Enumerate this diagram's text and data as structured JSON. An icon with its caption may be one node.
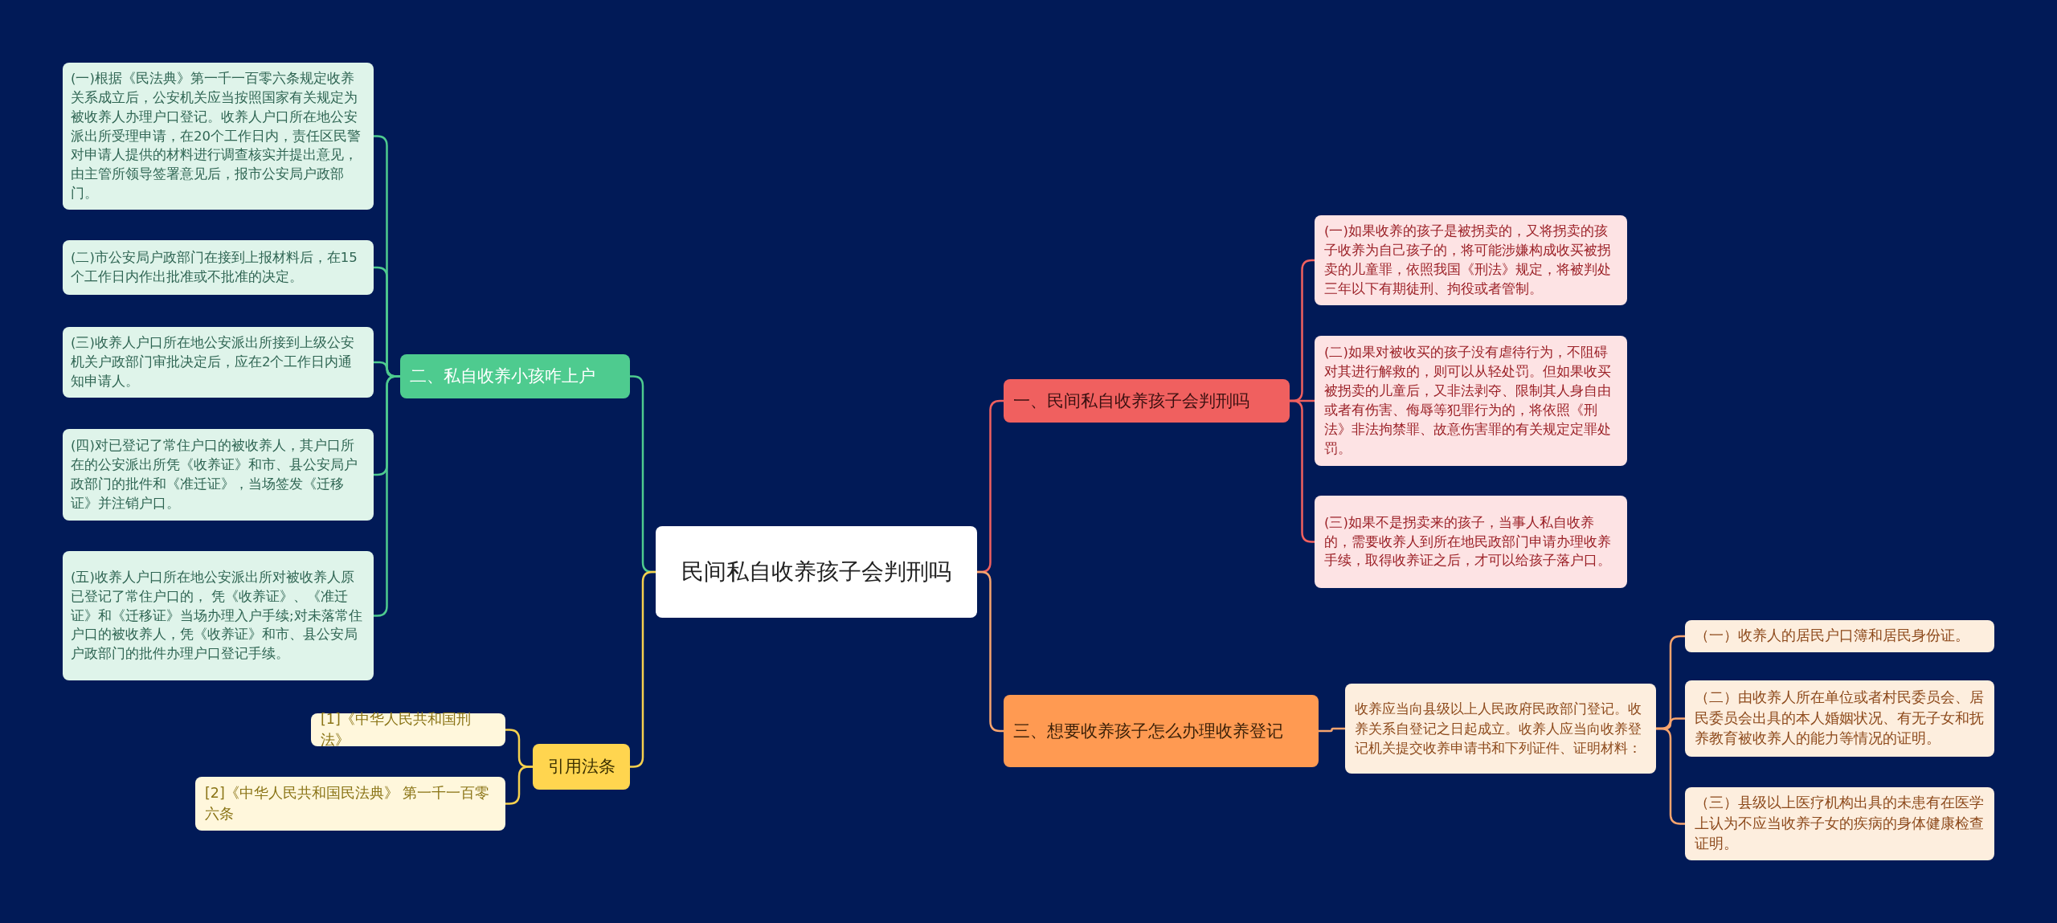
{
  "diagram": {
    "nodes": [
      {
        "text": [
          "民间私自收养孩子会判刑吗"
        ]
      },
      {
        "text": [
          "一、民间私自收养孩子会判刑吗"
        ]
      },
      {
        "text": [
          "(一)如果收养的孩子是被拐卖的，又将拐卖的孩子收养为自己孩子的，将可能涉嫌构成收买被拐卖的儿童罪，依照我国《刑法》规定，将被判处三年以下有期徒刑、拘役或者管制。"
        ]
      },
      {
        "text": [
          "(二)如果对被收买的孩子没有虐待行为，不阻碍对其进行解救的，则可以从轻处罚。但如果收买被拐卖的儿童后，又非法剥夺、限制其人身自由或者有伤害、侮辱等犯罪行为的，将依照《刑法》非法拘禁罪、故意伤害罪的有关规定定罪处罚。"
        ]
      },
      {
        "text": [
          "(三)如果不是拐卖来的孩子，当事人私自收养的，需要收养人到所在地民政部门申请办理收养手续，取得收养证之后，才可以给孩子落户口。"
        ]
      },
      {
        "text": [
          "三、想要收养孩子怎么办理收养登记"
        ]
      },
      {
        "text": [
          "收养应当向县级以上人民政府民政部门登记。收养关系自登记之日起成立。收养人应当向收养登记机关提交收养申请书和下列证件、证明材料："
        ]
      },
      {
        "text": [
          "（一）收养人的居民户口簿和居民身份证。"
        ]
      },
      {
        "text": [
          "（二）由收养人所在单位或者村民委员会、居民委员会出具的本人婚姻状况、有无子女和抚养教育被收养人的能力等情况的证明。"
        ]
      },
      {
        "text": [
          "（三）县级以上医疗机构出具的未患有在医学上认为不应当收养子女的疾病的身体健康检查证明。"
        ]
      },
      {
        "text": [
          "二、私自收养小孩咋上户"
        ]
      },
      {
        "text": [
          "(一)根据《民法典》第一千一百零六条规定收养关系成立后，公安机关应当按照国家有关规定为被收养人办理户口登记。收养人户口所在地公安派出所受理申请，在20个工作日内，责任区民警对申请人提供的材料进行调查核实并提出意见，由主管所领导签署意见后，报市公安局户政部门。"
        ]
      },
      {
        "text": [
          "(二)市公安局户政部门在接到上报材料后，在15个工作日内作出批准或不批准的决定。"
        ]
      },
      {
        "text": [
          "(三)收养人户口所在地公安派出所接到上级公安机关户政部门审批决定后，应在2个工作日内通知申请人。"
        ]
      },
      {
        "text": [
          "(四)对已登记了常住户口的被收养人，其户口所在的公安派出所凭《收养证》和市、县公安局户政部门的批件和《准迁证》，当场签发《迁移证》并注销户口。"
        ]
      },
      {
        "text": [
          "(五)收养人户口所在地公安派出所对被收养人原已登记了常住户口的， 凭《收养证》、《准迁证》和《迁移证》当场办理入户手续;对未落常住户口的被收养人，凭《收养证》和市、县公安局户政部门的批件办理户口登记手续。"
        ]
      },
      {
        "text": [
          "引用法条"
        ]
      },
      {
        "text": [
          "[1]《中华人民共和国刑法》"
        ]
      },
      {
        "text": [
          "[2]《中华人民共和国民法典》 第一千一百零六条"
        ]
      }
    ],
    "edges": [
      {
        "from": 0,
        "to": 1,
        "arrow": "none",
        "color": "#f0605f"
      },
      {
        "from": 1,
        "to": 2,
        "arrow": "none",
        "color": "#f0605f"
      },
      {
        "from": 1,
        "to": 3,
        "arrow": "none",
        "color": "#f0605f"
      },
      {
        "from": 1,
        "to": 4,
        "arrow": "none",
        "color": "#f0605f"
      },
      {
        "from": 0,
        "to": 5,
        "arrow": "none",
        "color": "#f7a46e"
      },
      {
        "from": 5,
        "to": 6,
        "arrow": "none",
        "color": "#f7a46e"
      },
      {
        "from": 6,
        "to": 7,
        "arrow": "none",
        "color": "#f7a46e"
      },
      {
        "from": 6,
        "to": 8,
        "arrow": "none",
        "color": "#f7a46e"
      },
      {
        "from": 6,
        "to": 9,
        "arrow": "none",
        "color": "#f7a46e"
      },
      {
        "from": 0,
        "to": 10,
        "arrow": "none",
        "color": "#4ecb8f"
      },
      {
        "from": 10,
        "to": 11,
        "arrow": "none",
        "color": "#4ecb8f"
      },
      {
        "from": 10,
        "to": 12,
        "arrow": "none",
        "color": "#4ecb8f"
      },
      {
        "from": 10,
        "to": 13,
        "arrow": "none",
        "color": "#4ecb8f"
      },
      {
        "from": 10,
        "to": 14,
        "arrow": "none",
        "color": "#4ecb8f"
      },
      {
        "from": 10,
        "to": 15,
        "arrow": "none",
        "color": "#4ecb8f"
      },
      {
        "from": 0,
        "to": 16,
        "arrow": "none",
        "color": "#f5d04e"
      },
      {
        "from": 16,
        "to": 17,
        "arrow": "none",
        "color": "#f5d04e"
      },
      {
        "from": 16,
        "to": 18,
        "arrow": "none",
        "color": "#f5d04e"
      }
    ]
  }
}
